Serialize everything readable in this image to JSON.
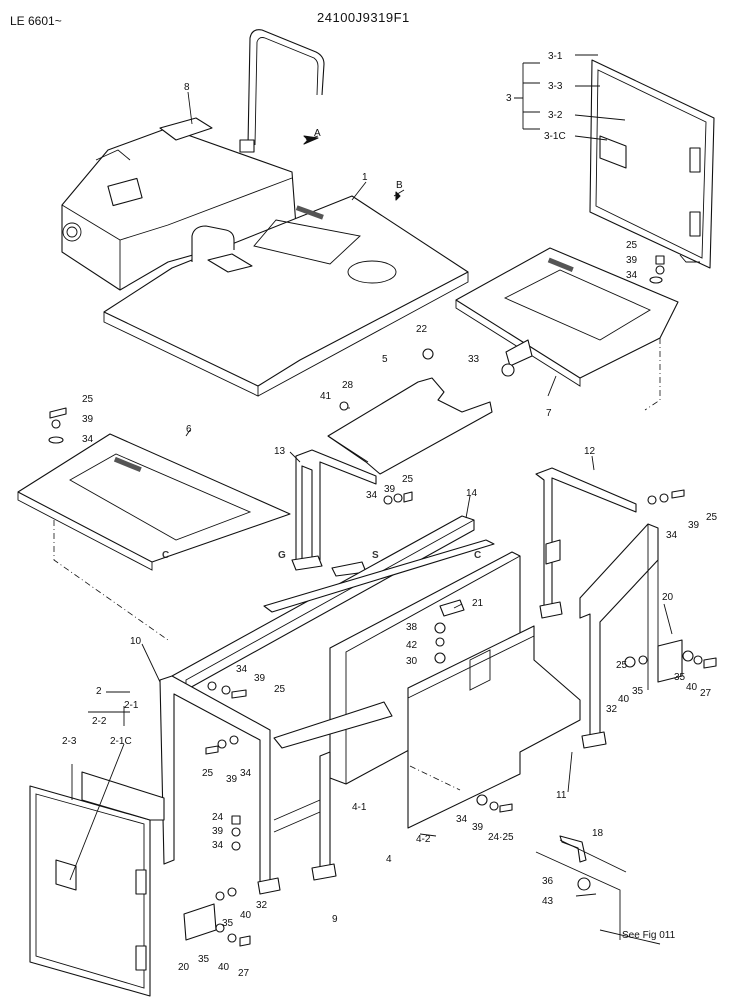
{
  "header": {
    "serial": "LE 6601~",
    "part_number": "24100J9319F1"
  },
  "watermark": {
    "letters": [
      "C",
      "G",
      "S",
      "C"
    ],
    "colors": [
      "#4f8ff7",
      "#ef6f6f",
      "#f7d25c",
      "#45b27a"
    ]
  },
  "arrows": {
    "a": "A",
    "b": "B"
  },
  "callouts": {
    "c1": "1",
    "c2": "2",
    "c2_1": "2-1",
    "c2_2": "2-2",
    "c2_3": "2-3",
    "c2_1c": "2-1C",
    "c3": "3",
    "c3_1": "3-1",
    "c3_3": "3-3",
    "c3_2": "3-2",
    "c3_1c": "3-1C",
    "c4": "4",
    "c4_1": "4-1",
    "c4_2": "4-2",
    "c5": "5",
    "c6": "6",
    "c7": "7",
    "c8": "8",
    "c9": "9",
    "c10": "10",
    "c11": "11",
    "c12": "12",
    "c13": "13",
    "c14": "14",
    "c18": "18",
    "c20a": "20",
    "c20b": "20",
    "c21": "21",
    "c22": "22",
    "c24a": "24",
    "c24_25": "24·25",
    "c25a": "25",
    "c25b": "25",
    "c25c": "25",
    "c25d": "25",
    "c25e": "25",
    "c25f": "25",
    "c27a": "27",
    "c27b": "27",
    "c28": "28",
    "c30": "30",
    "c32a": "32",
    "c32b": "32",
    "c33": "33",
    "c34a": "34",
    "c34b": "34",
    "c34c": "34",
    "c34d": "34",
    "c34e": "34",
    "c34f": "34",
    "c34g": "34",
    "c34h": "34",
    "c35a": "35",
    "c35b": "35",
    "c35c": "35",
    "c36": "36",
    "c38": "38",
    "c39a": "39",
    "c39b": "39",
    "c39c": "39",
    "c39d": "39",
    "c39e": "39",
    "c39f": "39",
    "c39g": "39",
    "c39h": "39",
    "c40a": "40",
    "c40b": "40",
    "c40c": "40",
    "c41": "41",
    "c42": "42",
    "c43": "43"
  },
  "note": "See Fig 011"
}
